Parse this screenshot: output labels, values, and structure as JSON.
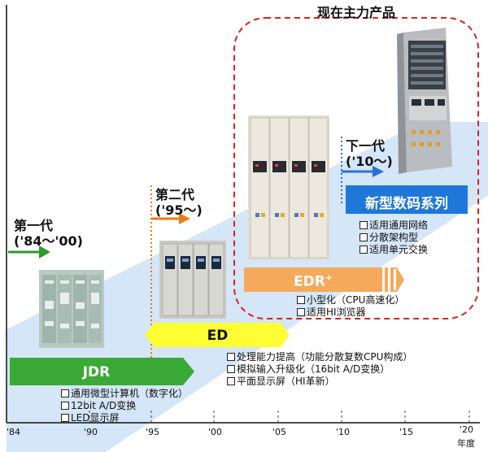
{
  "title": "现在主力产品",
  "generations": {
    "first": {
      "name": "第一代",
      "years": "('84～'00)"
    },
    "second": {
      "name": "第二代",
      "years": "('95～)"
    },
    "next": {
      "name": "下一代",
      "years": "('10～)"
    }
  },
  "products": {
    "jdr": {
      "label": "JDR",
      "features": [
        "通用微型计算机（数字化）",
        "12bit A/D变换",
        "LED显示屏"
      ]
    },
    "ed": {
      "label": "ED",
      "features": [
        "处理能力提高（功能分散复数CPU构成）",
        "模拟输入升级化（16bit A/D变换）",
        "平面显示屏（HI革新）"
      ]
    },
    "edr": {
      "label": "EDR",
      "label_sup": "+",
      "features": [
        "小型化（CPU高速化）",
        "适用HI浏览器"
      ]
    },
    "new": {
      "label": "新型数码系列",
      "features": [
        "适用通用网络",
        "分散架构型",
        "适用单元交换"
      ]
    }
  },
  "axis": {
    "ticks": [
      "'84",
      "'90",
      "'95",
      "'00",
      "'05",
      "'10",
      "'15",
      "'20"
    ],
    "unit": "年度"
  },
  "colors": {
    "jdr_green": "#3aa935",
    "ed_yellow": "#ffff33",
    "edr_orange": "#f5a95a",
    "new_blue": "#1f78d8",
    "band_light_blue": "#cfe3f6",
    "dashed_red": "#e02020",
    "arrow_orange": "#f07a1a",
    "dotted_blue": "#2b6fd6"
  }
}
